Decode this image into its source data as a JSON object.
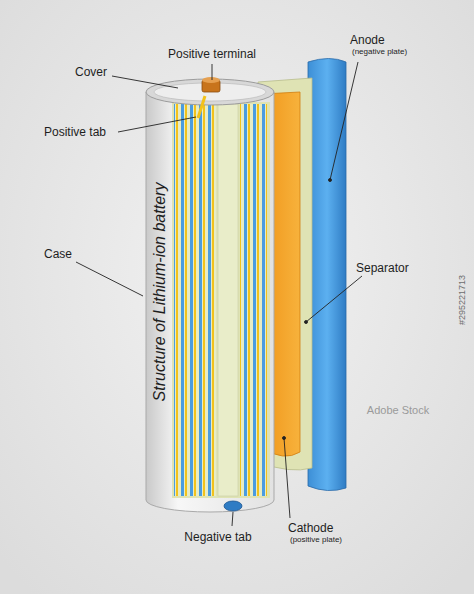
{
  "diagram": {
    "labels": [
      "Positive terminal",
      "Cover",
      "Positive tab",
      "Anode",
      "(negative plate)",
      "Case",
      "Separator",
      "Negative tab",
      "Cathode",
      "(positive plate)",
      "Structure of Lithium-ion battery",
      "Adobe Stock",
      "#295221713"
    ]
  }
}
